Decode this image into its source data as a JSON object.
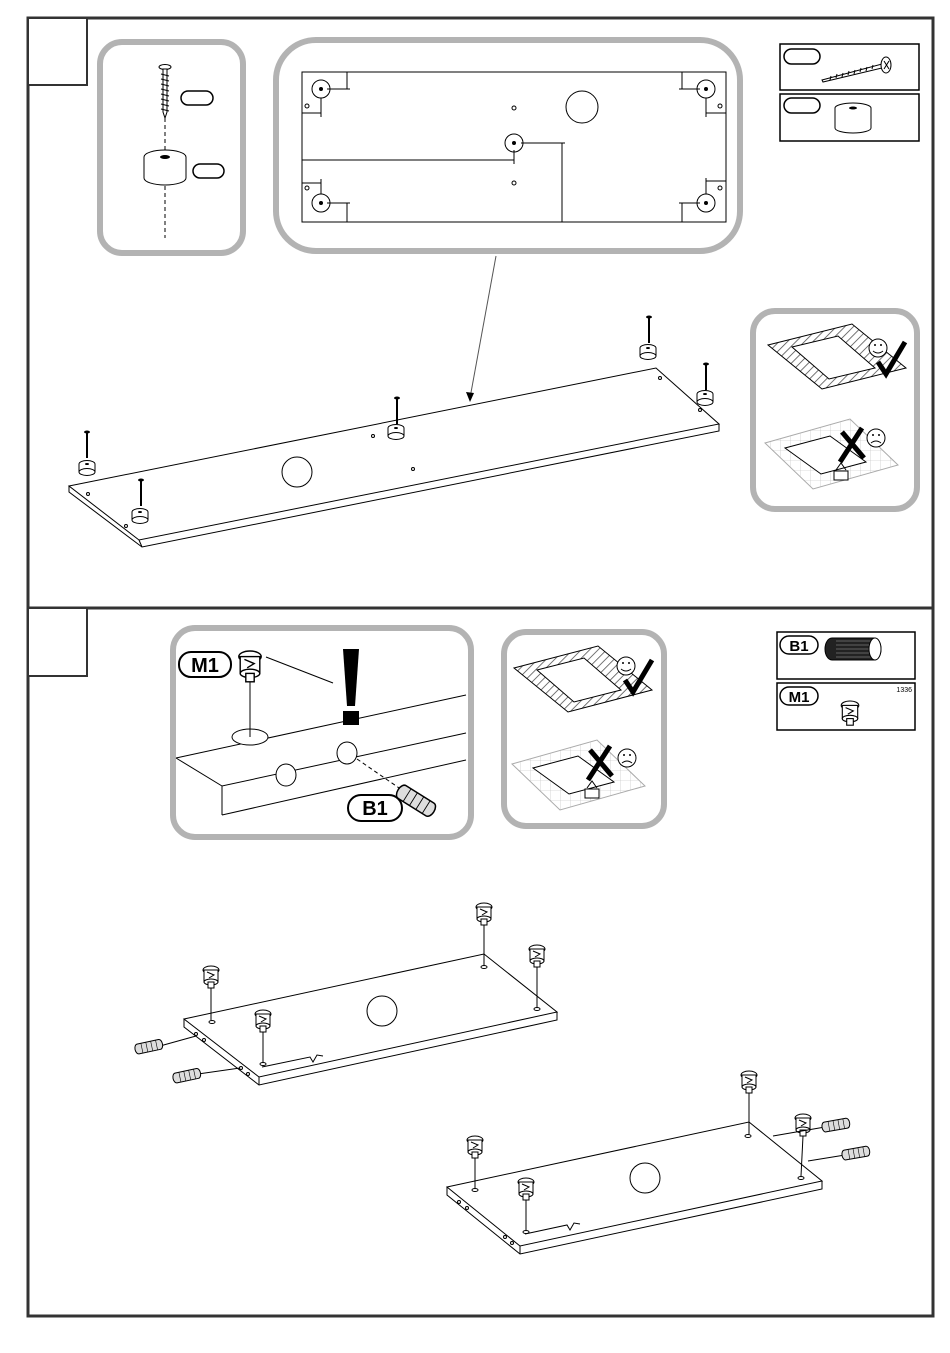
{
  "page": {
    "step1": {
      "number": ""
    },
    "step2": {
      "number": ""
    }
  },
  "parts": {
    "b1": {
      "code": "B1"
    },
    "m1": {
      "code": "M1",
      "qty_note": "1336"
    }
  },
  "icons": {
    "good_surface": "smiley-check-icon",
    "bad_surface": "frown-cross-icon",
    "warning": "exclamation-icon"
  },
  "colors": {
    "frame": "#333333",
    "callout_border": "#b3b3b3",
    "line": "#000000"
  }
}
